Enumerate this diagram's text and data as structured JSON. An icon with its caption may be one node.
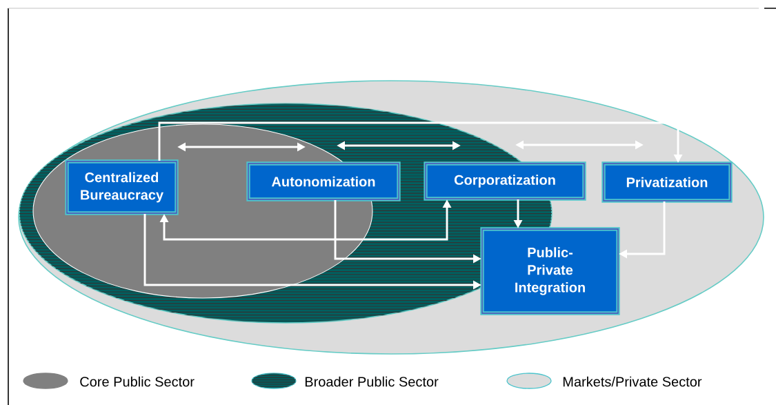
{
  "diagram": {
    "nodes": [
      {
        "text": [
          "Centralized Bureaucracy"
        ]
      },
      {
        "text": [
          "Autonomization"
        ]
      },
      {
        "text": [
          "Corporatization"
        ]
      },
      {
        "text": [
          "Privatization"
        ]
      },
      {
        "text": [
          "Public- Private Integration"
        ]
      }
    ],
    "edges": [
      {
        "from": 0,
        "to": 1,
        "arrow": "both"
      },
      {
        "from": 1,
        "to": 2,
        "arrow": "both"
      },
      {
        "from": 2,
        "to": 3,
        "arrow": "both"
      },
      {
        "from": 0,
        "to": 3,
        "arrow": "to"
      },
      {
        "from": 0,
        "to": 2,
        "arrow": "both"
      },
      {
        "from": 1,
        "to": 4,
        "arrow": "to"
      },
      {
        "from": 0,
        "to": 4,
        "arrow": "to"
      },
      {
        "from": 2,
        "to": 4,
        "arrow": "to"
      },
      {
        "from": 3,
        "to": 4,
        "arrow": "to"
      }
    ],
    "legend": [
      {
        "text": "Core Public Sector",
        "color": "#808080"
      },
      {
        "text": "Broader Public Sector",
        "color": "#006060"
      },
      {
        "text": "Markets/Private Sector",
        "color": "#dcdcdc"
      }
    ]
  }
}
